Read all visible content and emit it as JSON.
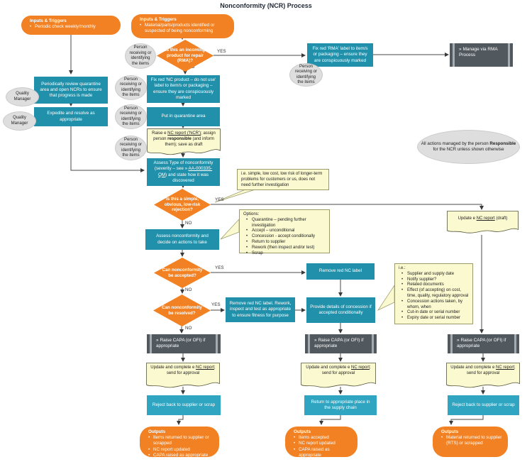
{
  "title": "Nonconformity (NCR) Process",
  "labels": {
    "yes": "YES",
    "no": "NO"
  },
  "colors": {
    "orange": "#F28123",
    "teal": "#2191AB",
    "teal_light": "#2FA5C1",
    "subprocess_dark": "#51585E",
    "note_yellow": "#FAF9CF",
    "ellipse_gray": "#DEDEDE"
  },
  "inputs1": {
    "title": "Inputs & Triggers",
    "items": [
      "Periodic check weekly/monthly"
    ]
  },
  "inputs2": {
    "title": "Inputs & Triggers",
    "items": [
      "Material/parts/products identified or suspected of being nonconforming"
    ]
  },
  "ellipses": {
    "quality_manager": "Quality Manager",
    "person": "Person receiving or identifying the items",
    "all_actions": {
      "p1": "All actions managed by the person ",
      "bold": "Responsible",
      "p2": " for the NCR unless shown otherwise"
    }
  },
  "decisions": {
    "incoming_rma": "Is this an incoming product for repair (RMA)?",
    "simple_rejection": "Is this a simple, obvious, low-risk rejection?",
    "accepted": "Can nonconformity be accepted?",
    "resolved": "Can nonconformity be resolved?"
  },
  "processes": {
    "review": "Periodically review quarantine area and open NCRs to ensure that progress is made",
    "expedite": "Expedite and resolve as appropriate",
    "fix_rma": "Fix red 'RMA' label to item/s or packaging – ensure they are conspicuously marked",
    "fix_nc": "Fix red 'NC product – do not use' label to item/s or packaging – ensure they are conspicuously marked",
    "quarantine": "Put in quarantine area",
    "assess_decide": "Assess nonconformity and decide on actions to take",
    "remove_label": "Remove red NC label",
    "rework": "Remove red NC label. Rework, inspect and test as appropriate to ensure fitness for purpose",
    "concession": "Provide details of concession if accepted conditionally",
    "reject1": "Reject back to supplier or scrap",
    "return_supply": "Return to appropriate place in the supply chain",
    "reject2": "Reject back to supplier or scrap"
  },
  "assess_type": {
    "p1": "Assess Type of nonconformity (severity – see » ",
    "link": "AA-000335-QM",
    "p2": ") and state how it was discovered"
  },
  "subprocess": {
    "marker": "»",
    "manage_rma": "Manage via RMA Process",
    "raise_capa": "Raise CAPA (or OFI) if appropriate"
  },
  "documents": {
    "raise_ncr": {
      "p1": "Raise e ",
      "link": "NC report ('NCR')",
      "p2": "; assign person ",
      "bold": "responsible",
      "p3": " (and inform them); save as draft"
    },
    "update_draft": {
      "p1": "Update e ",
      "link": "NC report",
      "p2": " (draft)"
    },
    "update_complete": {
      "p1": "Update and complete e ",
      "link": "NC report",
      "p2": "; send for approval"
    }
  },
  "notes": {
    "simple": "i.e. simple, low cost, low risk of longer-term problems for customers or us, does not need further investigation",
    "options": {
      "title": "Options:",
      "items": [
        "Quarantine – pending further investigation",
        "Accept – unconditional",
        "Concession - accept conditionally",
        "Return to supplier",
        "Rework (then inspect and/or test)",
        "Scrap"
      ]
    },
    "concession_info": {
      "title": "i.e.:",
      "items": [
        "Supplier and supply date",
        "Notify supplier?",
        "Related documents",
        "Effect (of accepting) on cost, time, quality, regulatory approval",
        "Concession actions taken, by whom, when",
        "Cut-in date or serial number",
        "Expiry date or serial number"
      ]
    }
  },
  "outputs1": {
    "title": "Outputs",
    "items": [
      "Items returned to supplier or scrapped",
      "NC report updated",
      "CAPA raised as appropriate"
    ]
  },
  "outputs2": {
    "title": "Outputs",
    "items": [
      "Items accepted",
      "NC report updated",
      "CAPA raised as appropriate"
    ]
  },
  "outputs3": {
    "title": "Outputs",
    "items": [
      "Material returned to supplier (RTS) or scrapped"
    ]
  }
}
